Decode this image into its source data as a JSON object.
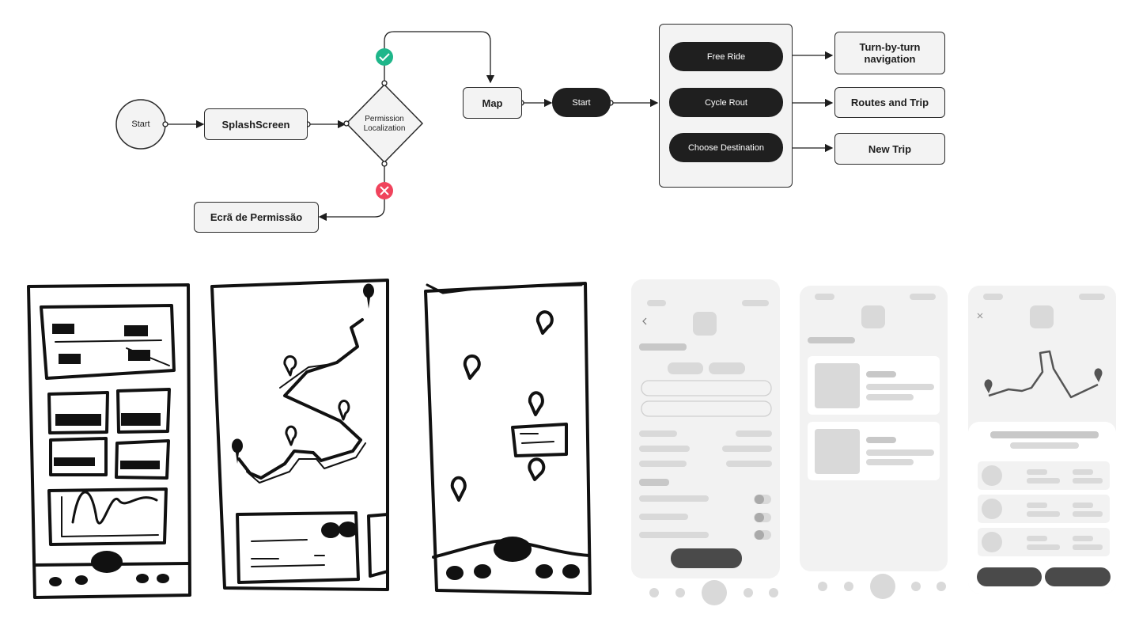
{
  "flowchart": {
    "start_node": "Start",
    "splash": "SplashScreen",
    "decision_line1": "Permission",
    "decision_line2": "Localization",
    "permission_screen": "Ecrã de Permissão",
    "map": "Map",
    "map_start": "Start",
    "options": [
      "Free Ride",
      "Cycle Rout",
      "Choose Destination"
    ],
    "outcome_turn_line1": "Turn-by-turn",
    "outcome_turn_line2": "navigation",
    "outcome_routes": "Routes and Trip",
    "outcome_new_trip": "New Trip",
    "colors": {
      "success": "#1fb68a",
      "error": "#f0435c",
      "dark": "#1f1f1f",
      "box": "#f3f3f3"
    },
    "icons": {
      "success": "check-icon",
      "error": "cross-icon"
    }
  },
  "wireframes": {
    "fill_light": "#f2f2f2",
    "fill_mid": "#d9d9d9",
    "fill_dark": "#4a4a4a"
  }
}
